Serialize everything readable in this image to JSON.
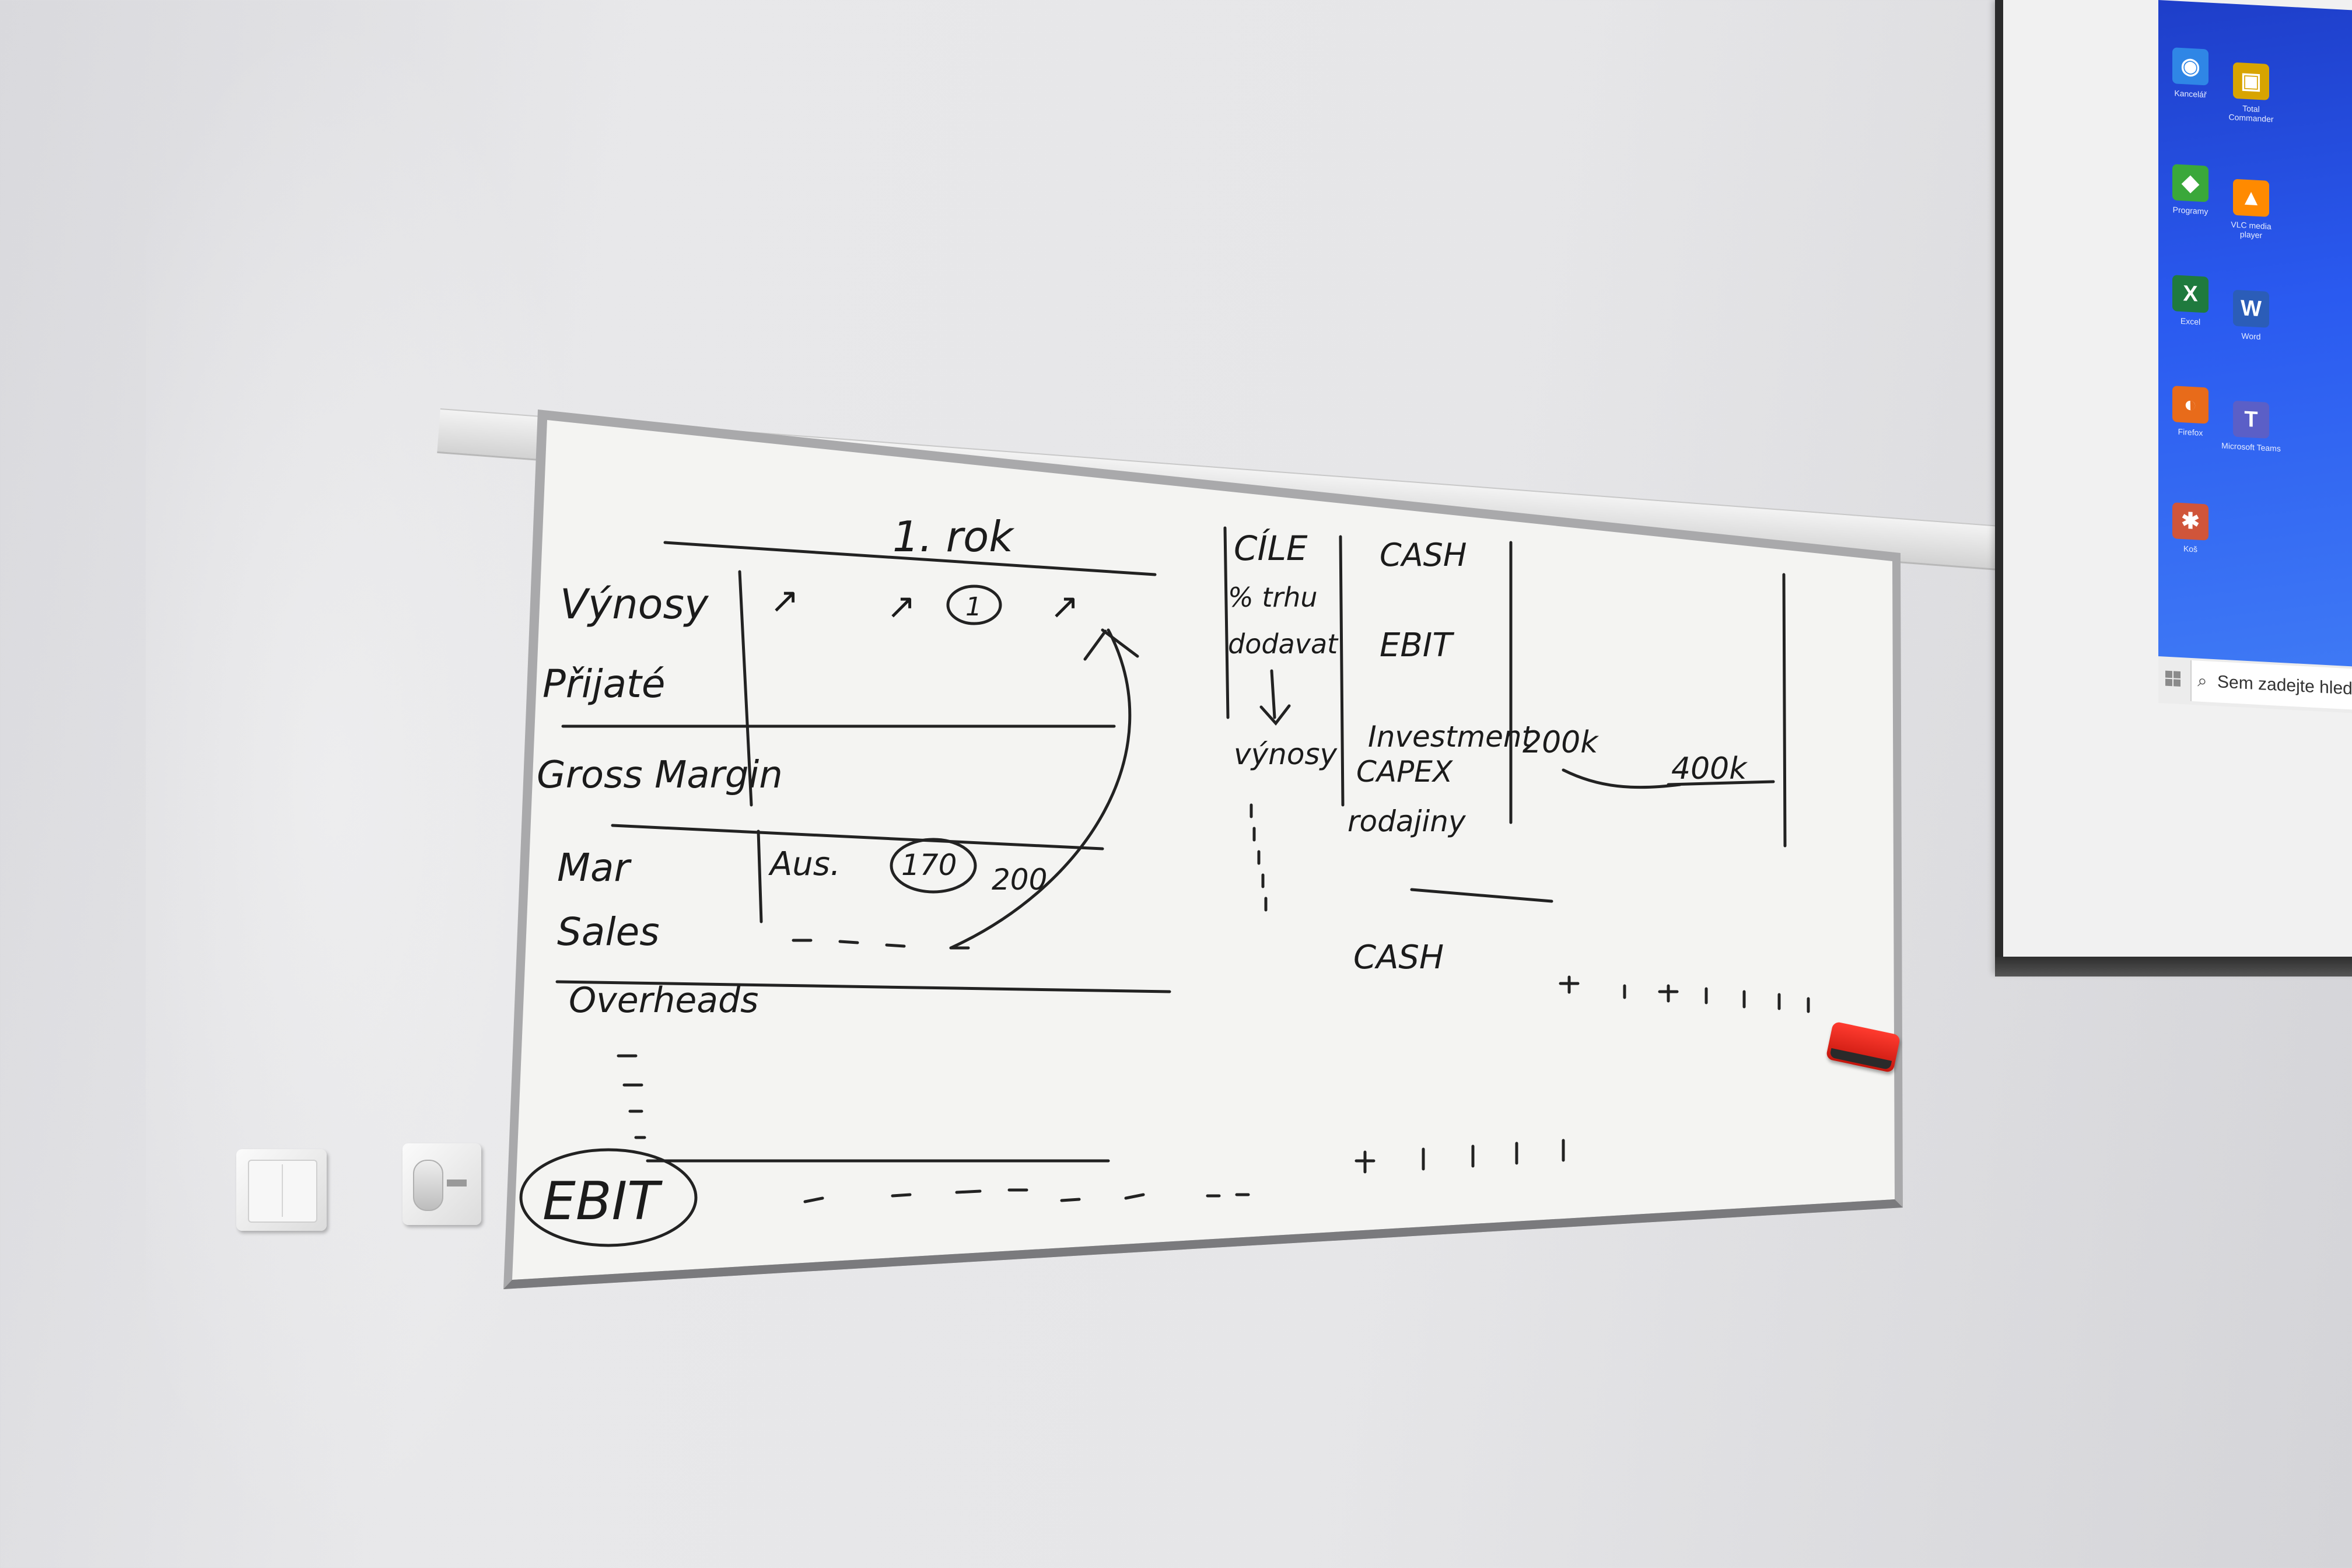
{
  "whiteboard": {
    "header": "1. rok",
    "rows": [
      "Výnosy",
      "Přijaté",
      "Gross Margin",
      "Mar",
      "Sales",
      "Overheads",
      "EBIT"
    ],
    "row_marks": [
      "↗",
      "↗",
      "1",
      "↗",
      "Aus.",
      "170",
      "200"
    ],
    "right_col_1": [
      "CÍLE",
      "% trhu",
      "dodavat",
      "výnosy"
    ],
    "right_col_2": [
      "CASH",
      "EBIT",
      "Investment",
      "CAPEX",
      "rodajiny"
    ],
    "right_values": [
      "200k",
      "400k"
    ],
    "cash_label": "CASH"
  },
  "screen": {
    "search_placeholder": "Sem zadejte hledaný v",
    "icons": [
      {
        "label": "Kancelář",
        "glyph": "◉",
        "color": "#2f86e6"
      },
      {
        "label": "Total Commander",
        "glyph": "▣",
        "color": "#d8a400"
      },
      {
        "label": "Programy",
        "glyph": "◆",
        "color": "#3aa83a"
      },
      {
        "label": "VLC media player",
        "glyph": "▲",
        "color": "#ff8a00"
      },
      {
        "label": "Excel",
        "glyph": "X",
        "color": "#1f7a3e"
      },
      {
        "label": "Word",
        "glyph": "W",
        "color": "#2b5db8"
      },
      {
        "label": "Firefox",
        "glyph": "◐",
        "color": "#e86b1a"
      },
      {
        "label": "Microsoft Teams",
        "glyph": "T",
        "color": "#5b5fc7"
      },
      {
        "label": "Koš",
        "glyph": "✱",
        "color": "#d0553a"
      }
    ]
  }
}
